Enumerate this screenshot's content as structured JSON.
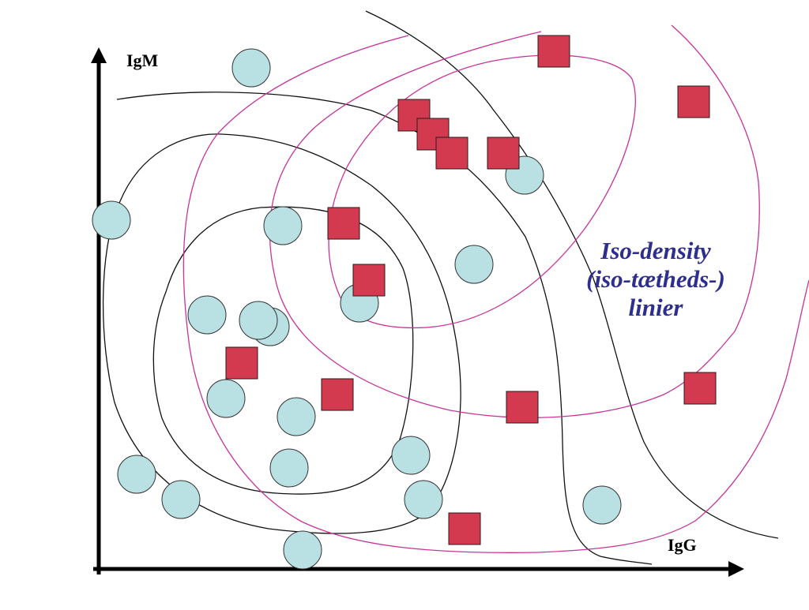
{
  "axes": {
    "y_label": "IgM",
    "x_label": "IgG"
  },
  "annotation": {
    "line1": "Iso-density",
    "line2": "(iso-tætheds-)",
    "line3": "linier"
  },
  "colors": {
    "axis": "#000000",
    "circle_fill": "#b9e0e3",
    "circle_stroke": "#333333",
    "square_fill": "#d43a4f",
    "square_stroke": "#2a1a1a",
    "contour_black": "#111111",
    "contour_magenta": "#c8339a",
    "annotation_text": "#2e2e8f"
  },
  "legend_shapes": {
    "group_a_shape": "circle",
    "group_b_shape": "square"
  }
}
